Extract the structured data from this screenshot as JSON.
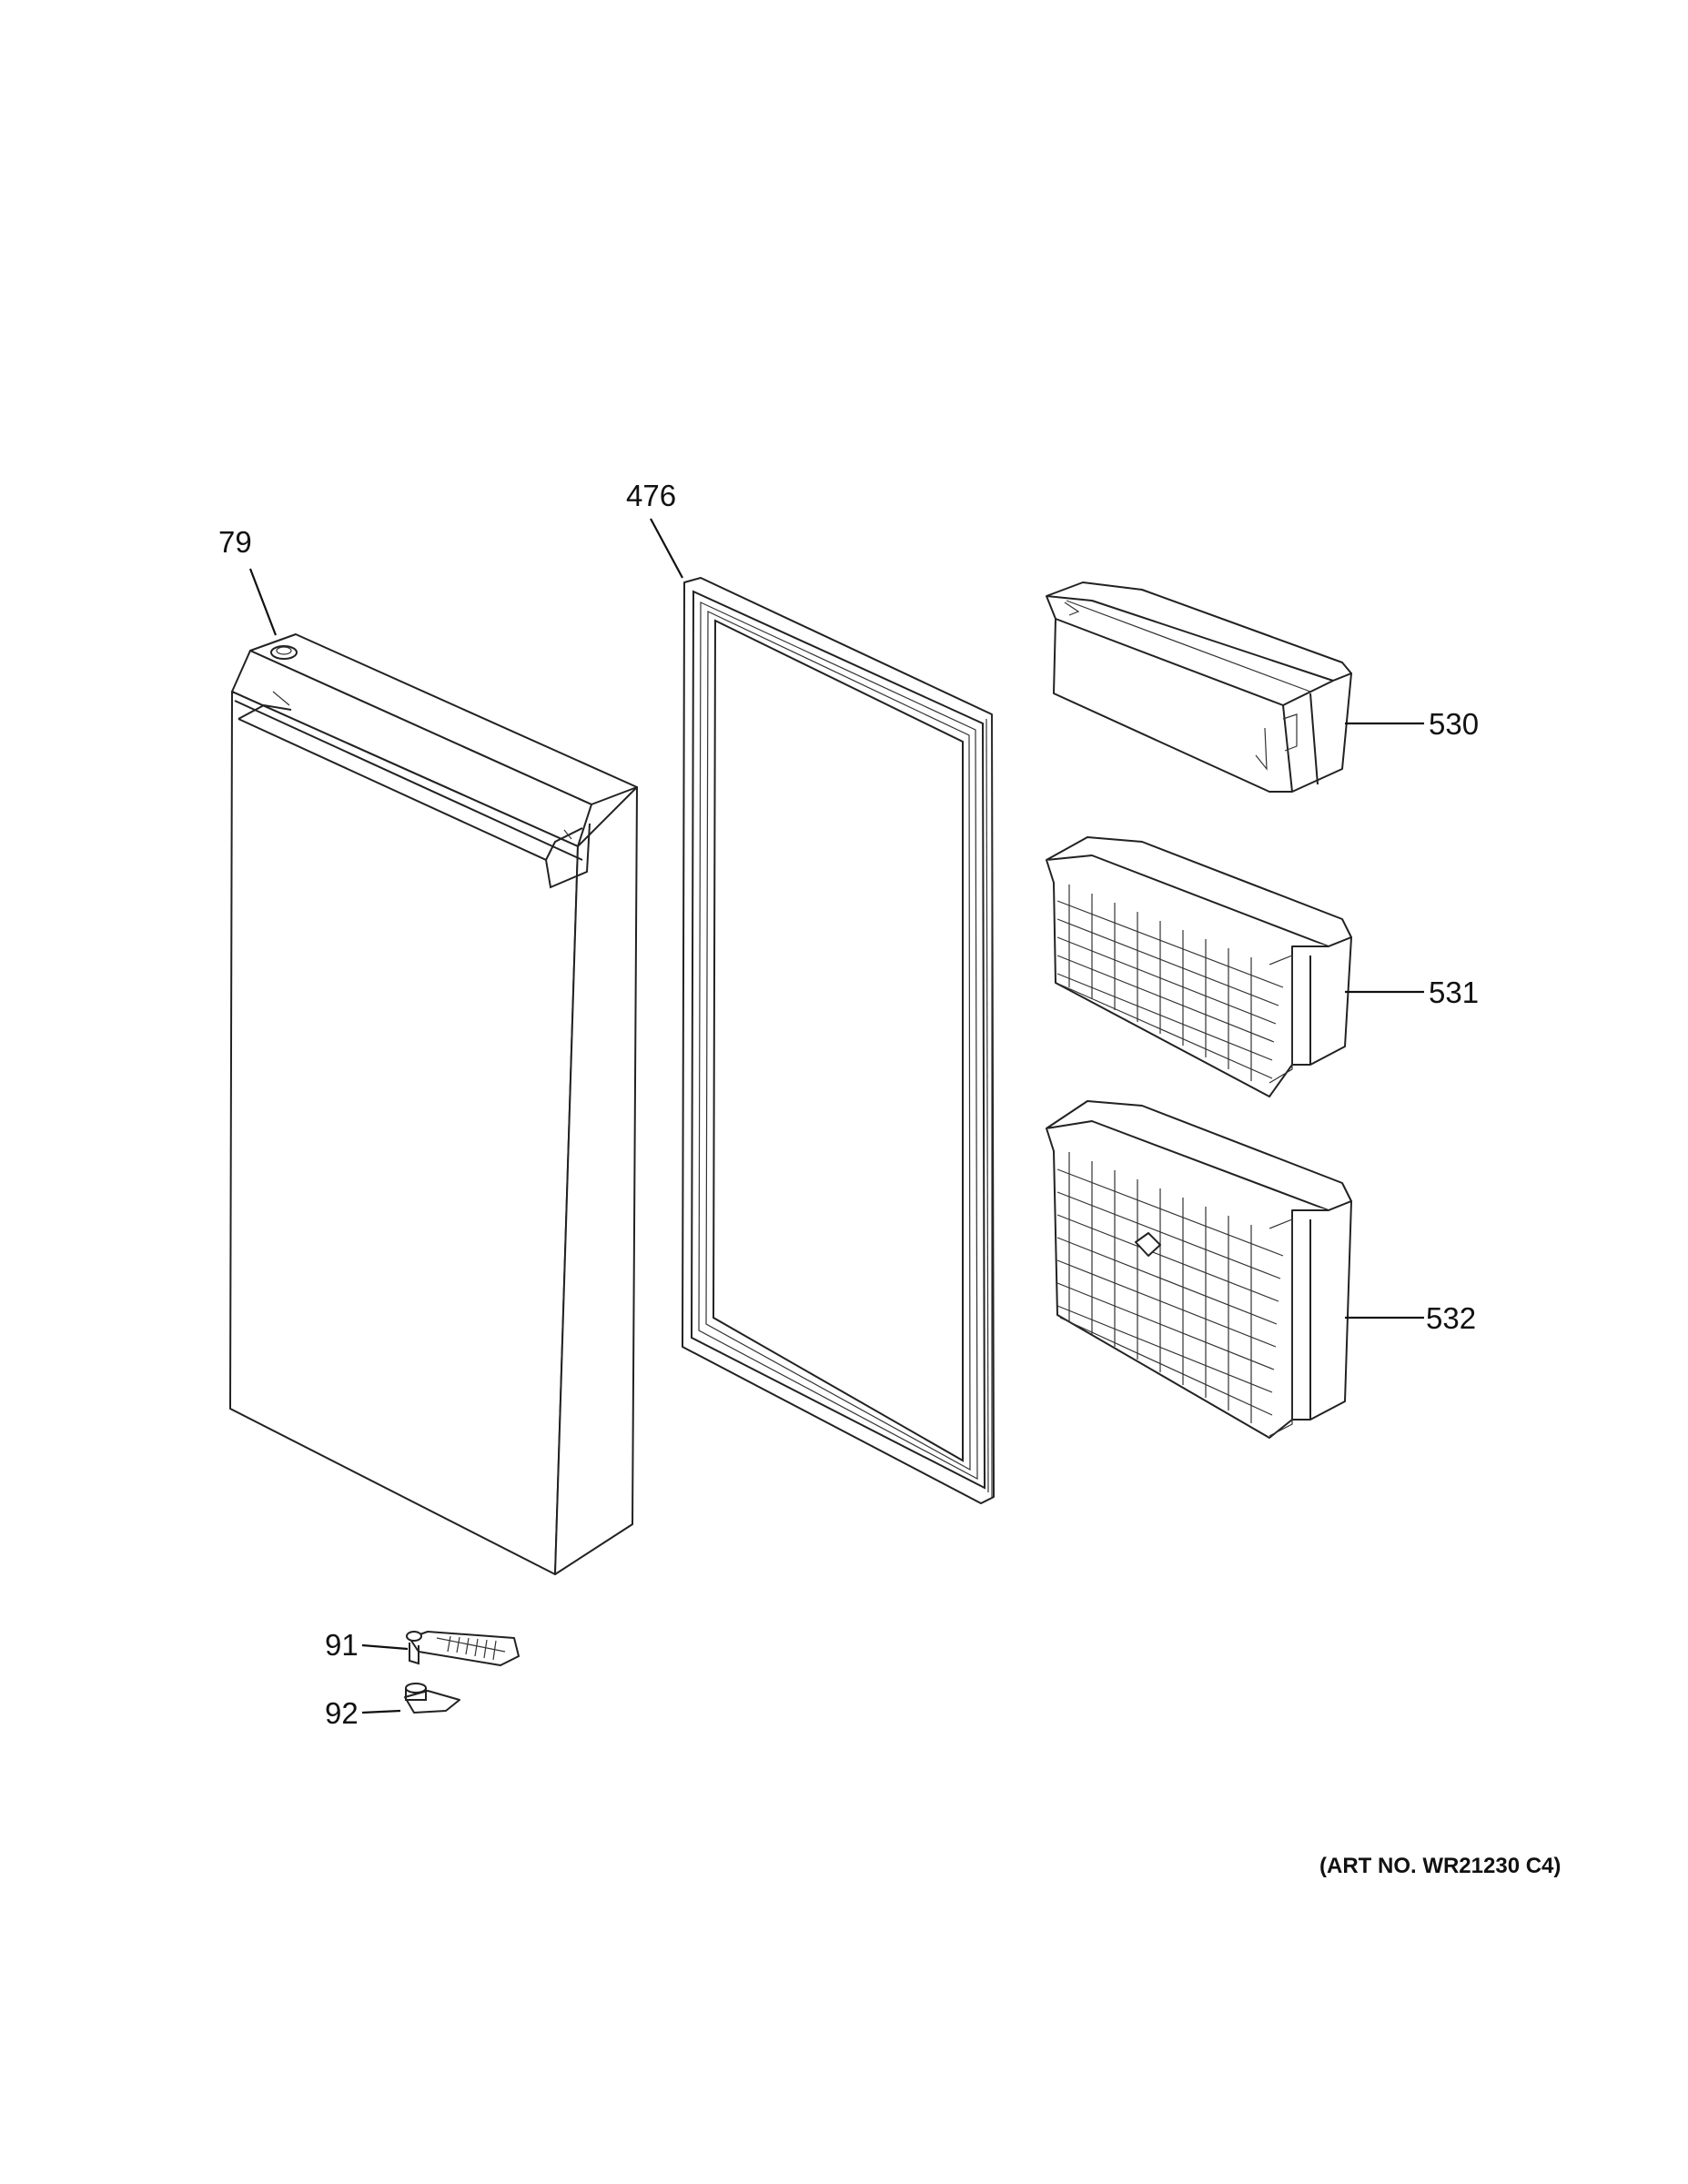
{
  "diagram": {
    "art_number": "(ART NO. WR21230 C4)",
    "parts": [
      {
        "id": "door",
        "callout": "79",
        "icon": "door-panel"
      },
      {
        "id": "gasket",
        "callout": "476",
        "icon": "door-gasket"
      },
      {
        "id": "bin-530",
        "callout": "530",
        "icon": "door-bin-shallow"
      },
      {
        "id": "bin-531",
        "callout": "531",
        "icon": "door-bin-medium"
      },
      {
        "id": "bin-532",
        "callout": "532",
        "icon": "door-bin-deep"
      },
      {
        "id": "hinge",
        "callout": "91",
        "icon": "hinge-bracket"
      },
      {
        "id": "bushing",
        "callout": "92",
        "icon": "hinge-bushing"
      }
    ]
  }
}
